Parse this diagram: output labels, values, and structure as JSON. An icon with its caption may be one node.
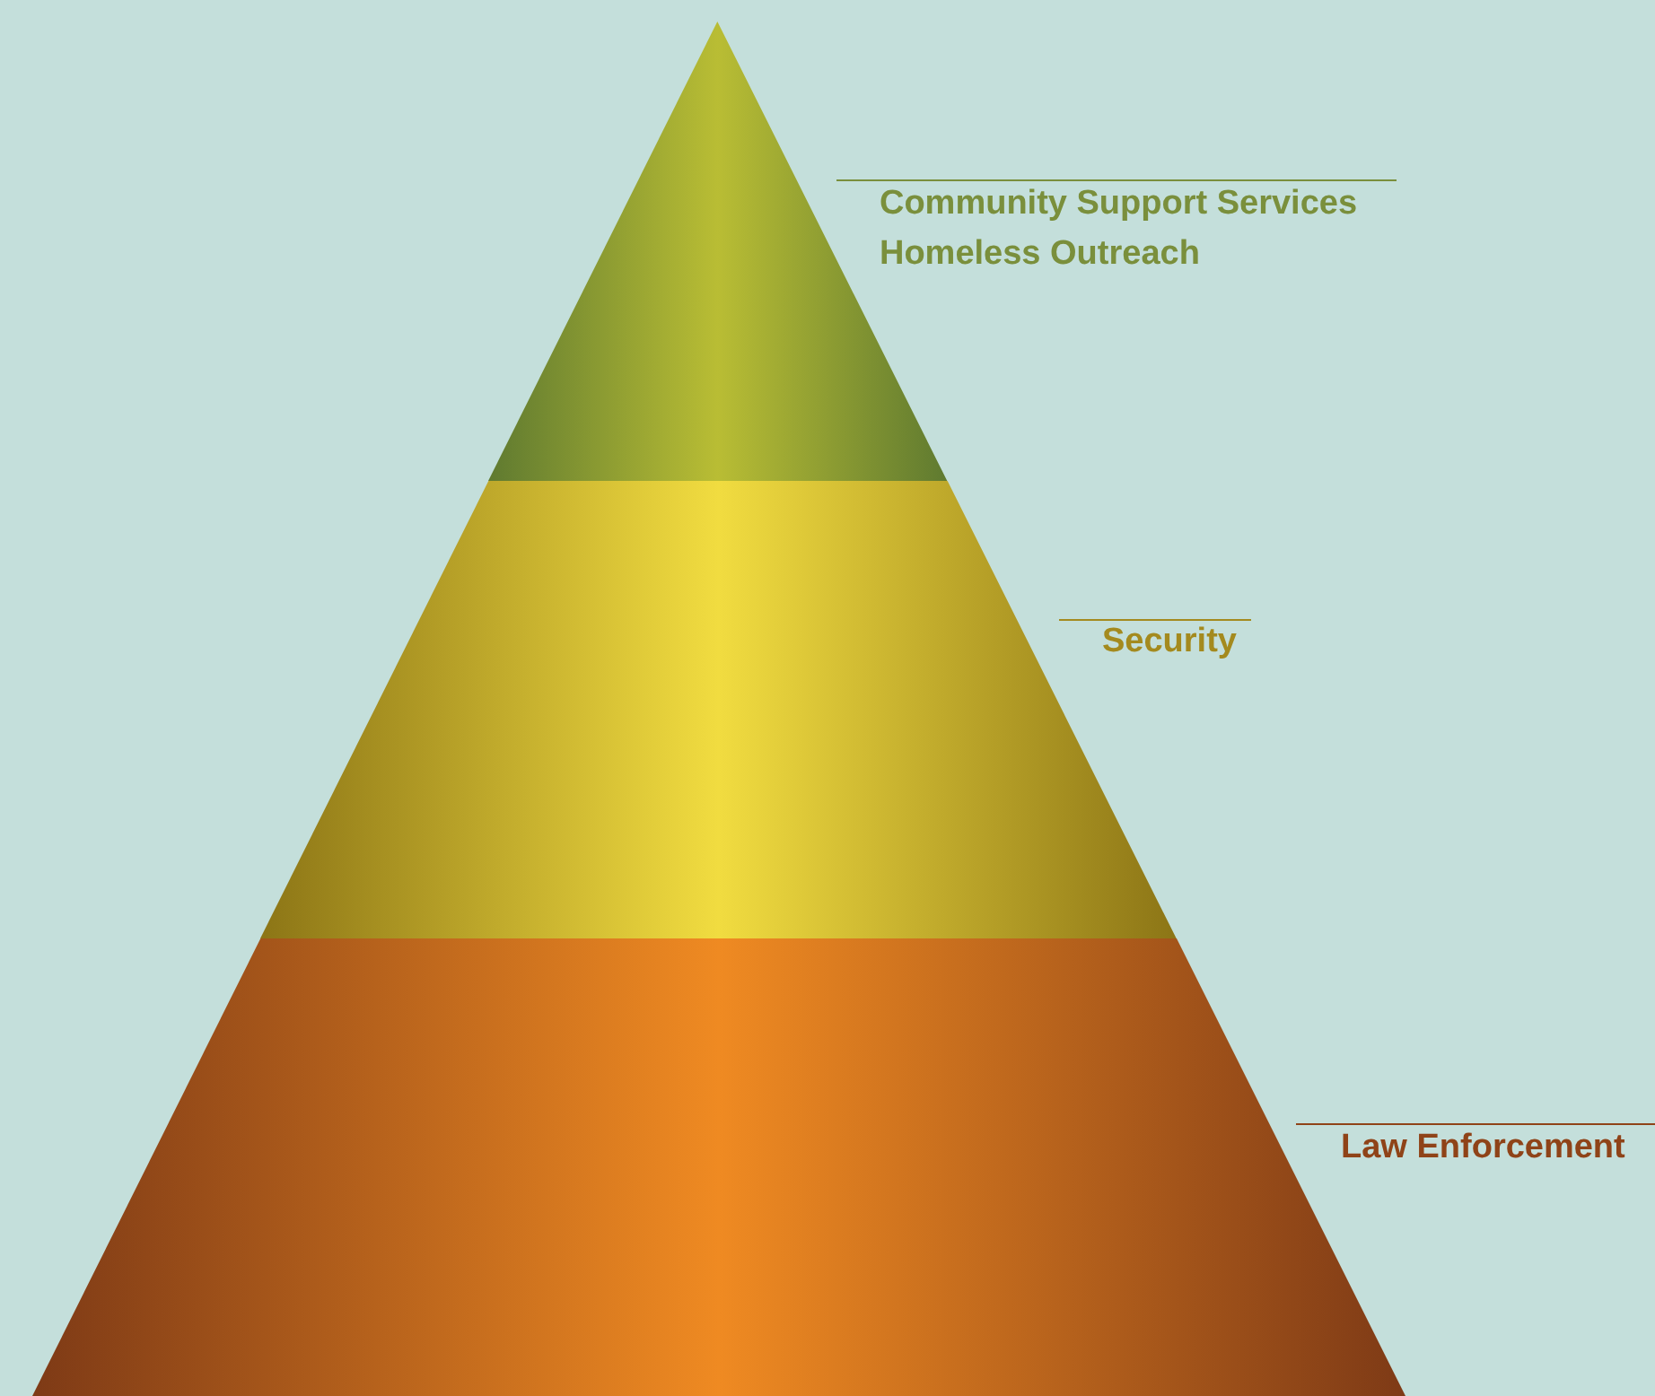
{
  "diagram": {
    "nodes": [
      {
        "text": [],
        "shape": "triangle",
        "beside": [
          "Community Support Services",
          "Homeless Outreach"
        ]
      },
      {
        "text": [],
        "shape": "trapezoid",
        "beside": [
          "Security"
        ]
      },
      {
        "text": [],
        "shape": "trapezoid",
        "beside": [
          "Law Enforcement"
        ]
      }
    ]
  }
}
